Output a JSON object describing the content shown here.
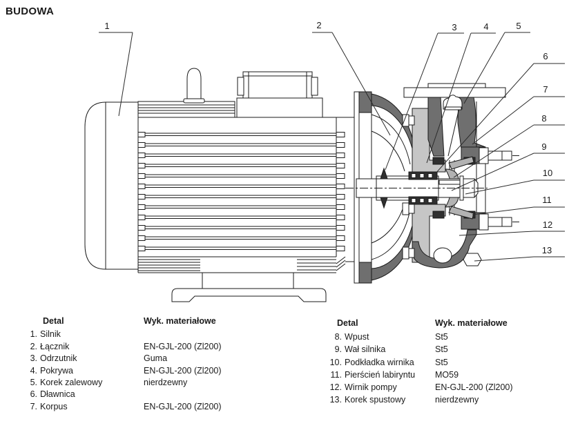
{
  "title": "BUDOWA",
  "callouts": [
    "1",
    "2",
    "3",
    "4",
    "5",
    "6",
    "7",
    "8",
    "9",
    "10",
    "11",
    "12",
    "13"
  ],
  "colors": {
    "line": "#1a1a1a",
    "dark_section": "#6f6f6f",
    "light_section": "#c6c6c6",
    "medium_section": "#b2b2b2",
    "gland_black": "#2f2f2f",
    "background": "#ffffff"
  },
  "tables": {
    "left": {
      "col_detail": "Detal",
      "col_material": "Wyk. materiałowe",
      "rows": [
        {
          "num": "1.",
          "name": "Silnik",
          "material": ""
        },
        {
          "num": "2.",
          "name": "Łącznik",
          "material": "EN-GJL-200 (Zl200)"
        },
        {
          "num": "3.",
          "name": "Odrzutnik",
          "material": "Guma"
        },
        {
          "num": "4.",
          "name": "Pokrywa",
          "material": "EN-GJL-200 (Zl200)"
        },
        {
          "num": "5.",
          "name": "Korek zalewowy",
          "material": "nierdzewny"
        },
        {
          "num": "6.",
          "name": "Dławnica",
          "material": ""
        },
        {
          "num": "7.",
          "name": "Korpus",
          "material": "EN-GJL-200 (Zl200)"
        }
      ]
    },
    "right": {
      "col_detail": "Detal",
      "col_material": "Wyk. materiałowe",
      "rows": [
        {
          "num": "8.",
          "name": "Wpust",
          "material": "St5"
        },
        {
          "num": "9.",
          "name": "Wał silnika",
          "material": "St5"
        },
        {
          "num": "10.",
          "name": "Podkładka wirnika",
          "material": "St5"
        },
        {
          "num": "11.",
          "name": "Pierścień labiryntu",
          "material": "MO59"
        },
        {
          "num": "12.",
          "name": "Wirnik pompy",
          "material": "EN-GJL-200 (Zl200)"
        },
        {
          "num": "13.",
          "name": "Korek spustowy",
          "material": "nierdzewny"
        }
      ]
    }
  }
}
